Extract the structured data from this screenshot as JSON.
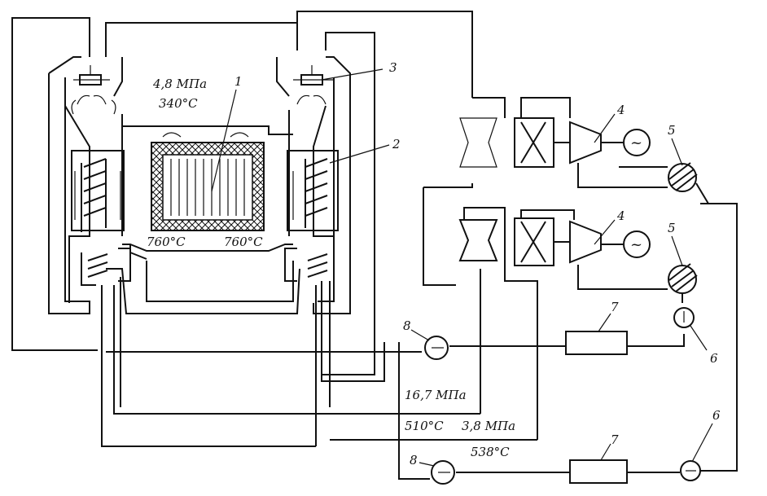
{
  "labels": {
    "p_reactor": "4,8 МПа",
    "t_reactor": "340°С",
    "t_out_left": "760°С",
    "t_out_right": "760°С",
    "p_hp": "16,7 МПа",
    "t_hp": "510°С",
    "p_rh": "3,8 МПа",
    "t_rh": "538°С"
  },
  "callouts": {
    "c1": "1",
    "c2": "2",
    "c3": "3",
    "c4a": "4",
    "c4b": "4",
    "c5a": "5",
    "c5b": "5",
    "c6a": "6",
    "c6b": "6",
    "c7a": "7",
    "c7b": "7",
    "c8a": "8",
    "c8b": "8"
  },
  "icons": {
    "generator": "tilde-in-circle",
    "condenser": "zigzag-coil-in-circle",
    "pump": "circle-with-arrow"
  }
}
